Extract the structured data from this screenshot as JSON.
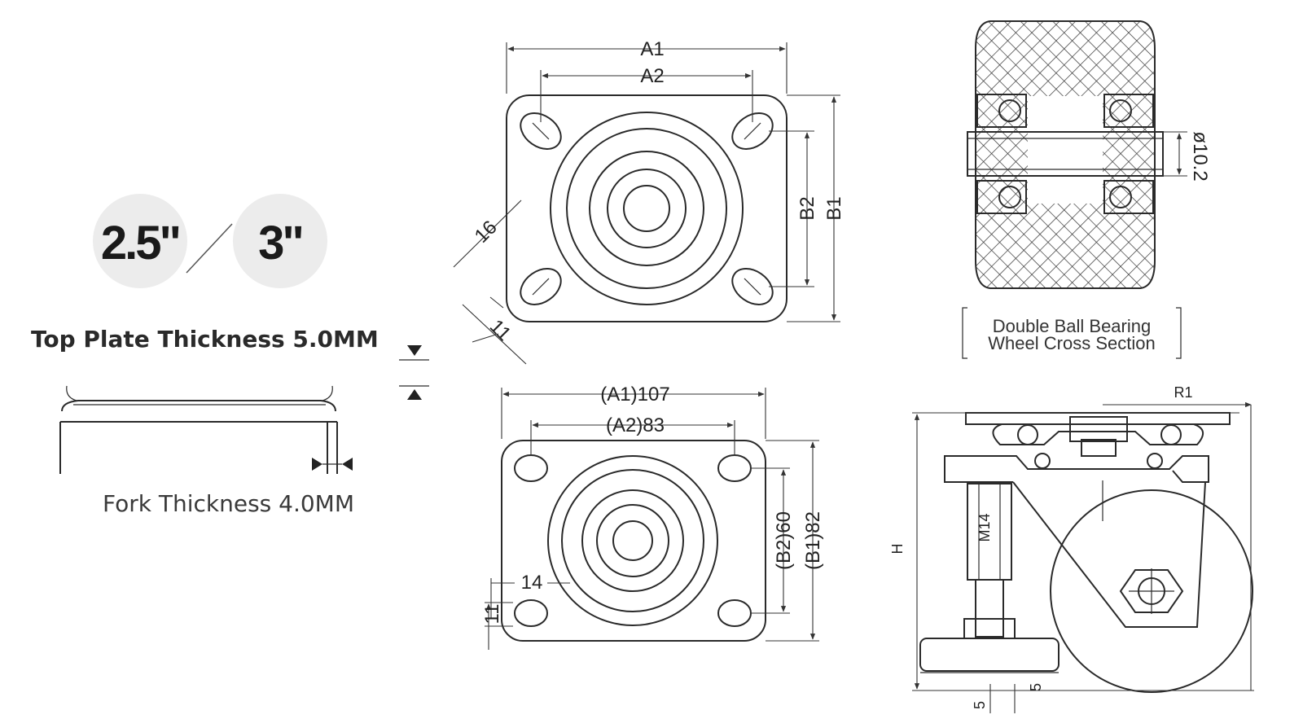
{
  "sizes": {
    "small": "2.5\"",
    "large": "3\""
  },
  "top_plate_label": "Top Plate Thickness 5.0MM",
  "fork_label": "Fork Thickness 4.0MM",
  "plate_top": {
    "a1": "A1",
    "a2": "A2",
    "b1": "B1",
    "b2": "B2",
    "slot_length": "16",
    "slot_width": "11"
  },
  "plate_bottom": {
    "a1": "(A1)107",
    "a2": "(A2)83",
    "b1": "(B1)82",
    "b2": "(B2)60",
    "hole_length": "14",
    "hole_width": "11"
  },
  "cross_section": {
    "axle": "ø10.2",
    "caption_line1": "Double Ball Bearing",
    "caption_line2": "Wheel Cross Section"
  },
  "side_view": {
    "radius": "R1",
    "height": "H",
    "thread": "M14",
    "gap_a": "5",
    "gap_b": "5"
  }
}
